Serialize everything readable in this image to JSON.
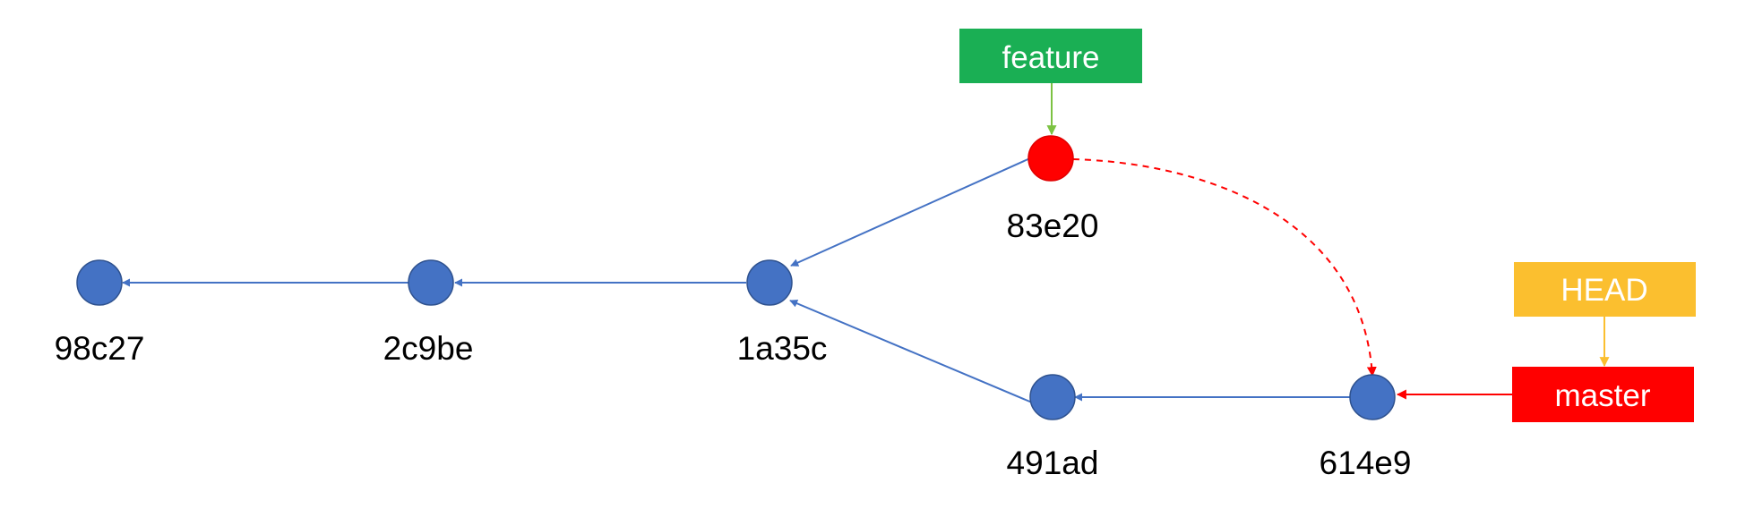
{
  "commits": {
    "c98c27": "98c27",
    "c2c9be": "2c9be",
    "c1a35c": "1a35c",
    "c83e20": "83e20",
    "c491ad": "491ad",
    "c614e9": "614e9"
  },
  "refs": {
    "feature": "feature",
    "head": "HEAD",
    "master": "master"
  },
  "colors": {
    "commit_node": "#4472C4",
    "highlighted_commit": "#FF0000",
    "edge": "#4472C4",
    "feature_label": "#1AAF54",
    "head_label": "#FBBF2F",
    "master_label": "#FF0000"
  }
}
